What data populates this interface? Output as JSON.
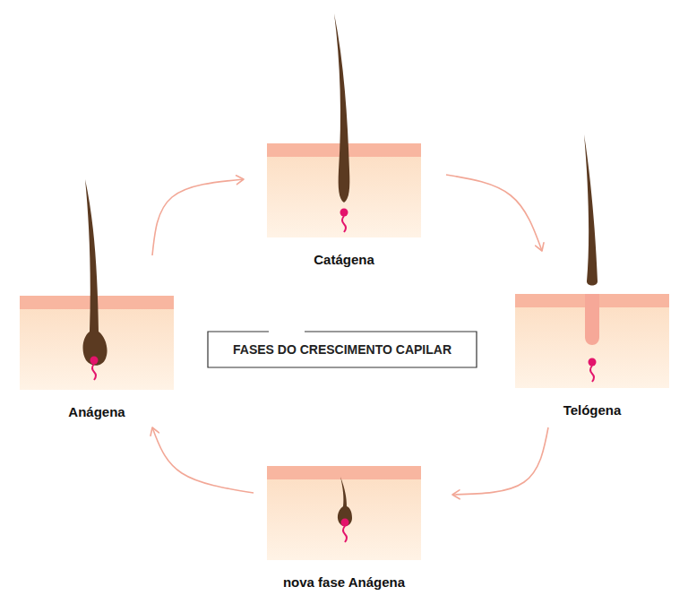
{
  "diagram": {
    "title": "FASES DO CRESCIMENTO CAPILAR",
    "nodes": [
      {
        "text": [
          "Catágena"
        ]
      },
      {
        "text": [
          "Anágena"
        ]
      },
      {
        "text": [
          "Telógena"
        ]
      },
      {
        "text": [
          "nova fase Anágena"
        ]
      }
    ],
    "edges": [
      {
        "from": 1,
        "to": 0,
        "arrow": "to"
      },
      {
        "from": 0,
        "to": 2,
        "arrow": "to"
      },
      {
        "from": 2,
        "to": 3,
        "arrow": "to"
      },
      {
        "from": 3,
        "to": 1,
        "arrow": "to"
      }
    ]
  }
}
